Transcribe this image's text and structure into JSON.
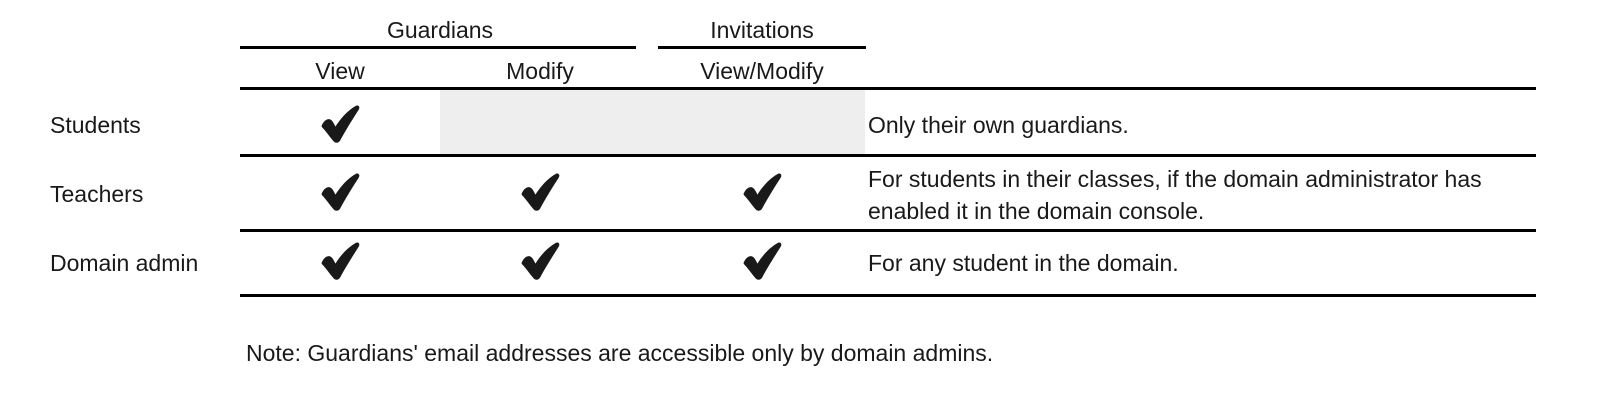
{
  "figure": {
    "kind": "permissions-table",
    "colors": {
      "text": "#191919",
      "rule": "#000000",
      "shaded_cell": "#eeeeee",
      "background": "#ffffff"
    }
  },
  "table": {
    "group_headers": [
      {
        "label": "Guardians",
        "spans": [
          "View",
          "Modify"
        ]
      },
      {
        "label": "Invitations",
        "spans": [
          "View/Modify"
        ]
      }
    ],
    "column_headers": [
      "View",
      "Modify",
      "View/Modify"
    ],
    "row_header_label": "",
    "description_header": "",
    "rows": [
      {
        "label": "Students",
        "cells": [
          {
            "column": "View",
            "state": "check"
          },
          {
            "column": "Modify",
            "state": "not-applicable"
          },
          {
            "column": "View/Modify",
            "state": "empty"
          }
        ],
        "description": "Only their own guardians."
      },
      {
        "label": "Teachers",
        "cells": [
          {
            "column": "View",
            "state": "check"
          },
          {
            "column": "Modify",
            "state": "check"
          },
          {
            "column": "View/Modify",
            "state": "check"
          }
        ],
        "description": "For students in their classes, if the domain administrator has enabled it in the domain console."
      },
      {
        "label": "Domain admin",
        "cells": [
          {
            "column": "View",
            "state": "check"
          },
          {
            "column": "Modify",
            "state": "check"
          },
          {
            "column": "View/Modify",
            "state": "check"
          }
        ],
        "description": "For any student in the domain."
      }
    ]
  },
  "note": {
    "text": "Note: Guardians' email addresses are accessible only by domain admins."
  },
  "icons": {
    "check": "check-mark-icon"
  }
}
